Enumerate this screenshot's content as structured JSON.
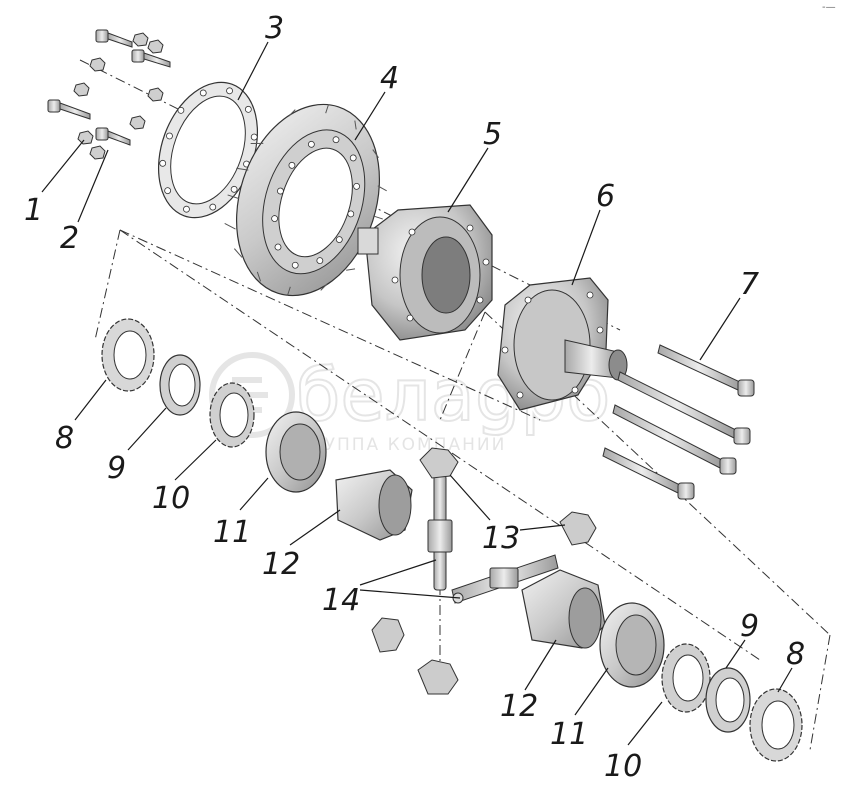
{
  "watermark": {
    "brand": "белаgро",
    "tagline": "ГРУППА КОМПАНИЙ"
  },
  "corner_mark": "‐—",
  "callouts": [
    {
      "id": "1",
      "text": "1"
    },
    {
      "id": "2",
      "text": "2"
    },
    {
      "id": "3",
      "text": "3"
    },
    {
      "id": "4",
      "text": "4"
    },
    {
      "id": "5",
      "text": "5"
    },
    {
      "id": "6",
      "text": "6"
    },
    {
      "id": "7",
      "text": "7"
    },
    {
      "id": "8a",
      "text": "8"
    },
    {
      "id": "9a",
      "text": "9"
    },
    {
      "id": "10a",
      "text": "10"
    },
    {
      "id": "11a",
      "text": "11"
    },
    {
      "id": "12a",
      "text": "12"
    },
    {
      "id": "13",
      "text": "13"
    },
    {
      "id": "14",
      "text": "14"
    },
    {
      "id": "12b",
      "text": "12"
    },
    {
      "id": "11b",
      "text": "11"
    },
    {
      "id": "10b",
      "text": "10"
    },
    {
      "id": "9b",
      "text": "9"
    },
    {
      "id": "8b",
      "text": "8"
    }
  ],
  "parts": [
    {
      "id": "bolt",
      "icon": "bolt-icon"
    },
    {
      "id": "nut",
      "icon": "nut-icon"
    },
    {
      "id": "gasket",
      "icon": "gasket-ring-icon"
    },
    {
      "id": "ring-gear",
      "icon": "bevel-ring-gear-icon"
    },
    {
      "id": "case-half-left",
      "icon": "differential-case-icon"
    },
    {
      "id": "case-half-right",
      "icon": "differential-case-icon"
    },
    {
      "id": "long-bolt",
      "icon": "long-bolt-icon"
    },
    {
      "id": "friction-disc",
      "icon": "toothed-disc-icon"
    },
    {
      "id": "plain-disc",
      "icon": "washer-icon"
    },
    {
      "id": "thrust-ring",
      "icon": "thrust-ring-icon"
    },
    {
      "id": "side-gear",
      "icon": "side-gear-icon"
    },
    {
      "id": "pinion",
      "icon": "pinion-icon"
    },
    {
      "id": "spider",
      "icon": "cross-axle-icon"
    }
  ],
  "colors": {
    "line": "#1a1a1a",
    "metal_light": "#e6e6e6",
    "metal_mid": "#bdbdbd",
    "metal_dark": "#8c8c8c",
    "watermark": "#d7d7d7"
  }
}
